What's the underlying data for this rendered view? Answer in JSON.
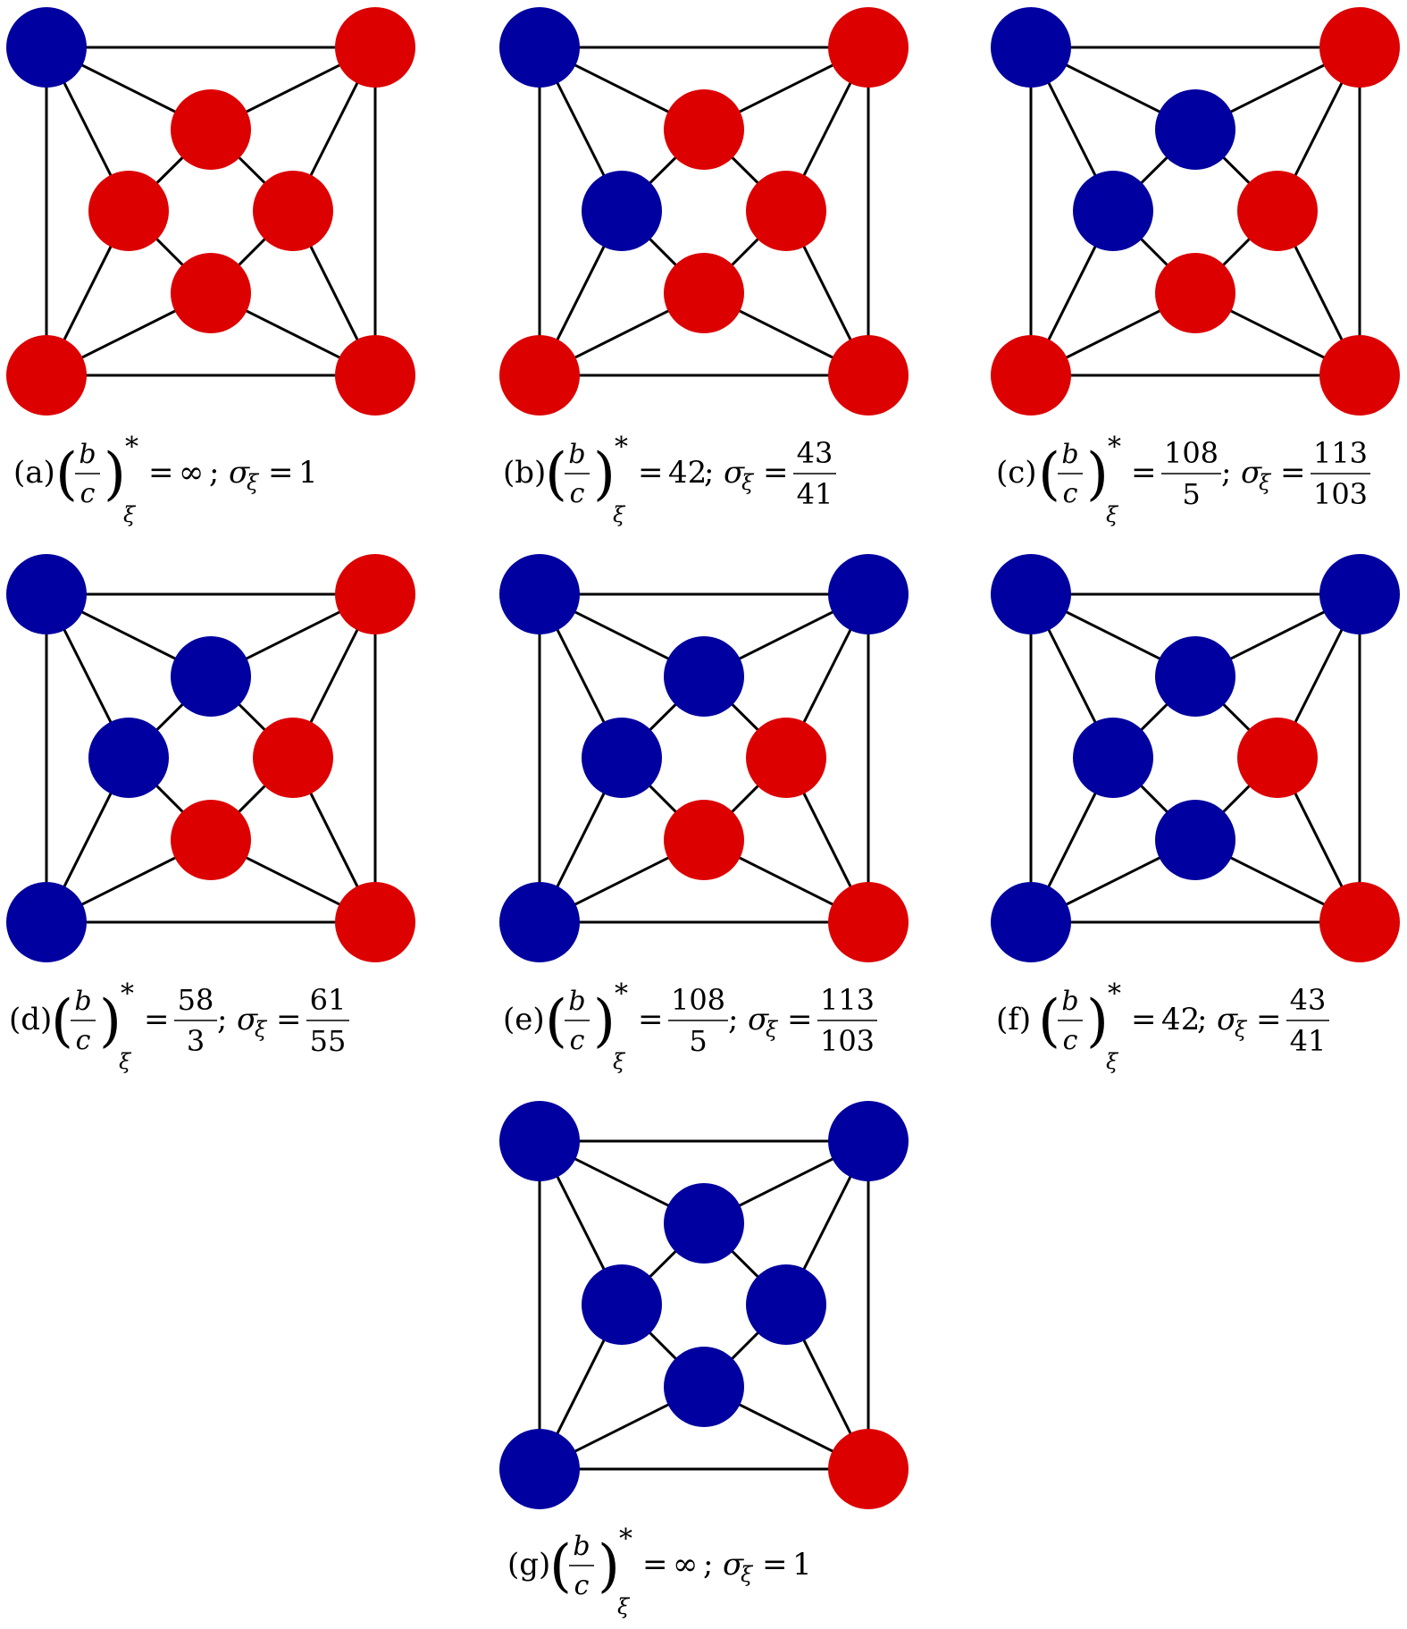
{
  "colors": {
    "blue": "#0000a0",
    "red": "#dd0000",
    "edge": "#000000"
  },
  "graph": {
    "node_names": [
      "top-left",
      "top-right",
      "bottom-left",
      "bottom-right",
      "inner-top",
      "inner-left",
      "inner-right",
      "inner-bottom"
    ]
  },
  "panels": [
    {
      "id": "a",
      "label": "(a)",
      "colors": [
        "blue",
        "red",
        "red",
        "red",
        "red",
        "red",
        "red",
        "red"
      ],
      "ratio": {
        "type": "text",
        "text": "∞"
      },
      "sigma": {
        "type": "text",
        "text": "1"
      }
    },
    {
      "id": "b",
      "label": "(b)",
      "colors": [
        "blue",
        "red",
        "red",
        "red",
        "red",
        "blue",
        "red",
        "red"
      ],
      "ratio": {
        "type": "text",
        "text": "42"
      },
      "sigma": {
        "type": "frac",
        "num": "43",
        "den": "41"
      }
    },
    {
      "id": "c",
      "label": "(c)",
      "colors": [
        "blue",
        "red",
        "red",
        "red",
        "blue",
        "blue",
        "red",
        "red"
      ],
      "ratio": {
        "type": "frac",
        "num": "108",
        "den": "5"
      },
      "sigma": {
        "type": "frac",
        "num": "113",
        "den": "103"
      }
    },
    {
      "id": "d",
      "label": "(d)",
      "colors": [
        "blue",
        "red",
        "blue",
        "red",
        "blue",
        "blue",
        "red",
        "red"
      ],
      "ratio": {
        "type": "frac",
        "num": "58",
        "den": "3"
      },
      "sigma": {
        "type": "frac",
        "num": "61",
        "den": "55"
      }
    },
    {
      "id": "e",
      "label": "(e)",
      "colors": [
        "blue",
        "blue",
        "blue",
        "red",
        "blue",
        "blue",
        "red",
        "red"
      ],
      "ratio": {
        "type": "frac",
        "num": "108",
        "den": "5"
      },
      "sigma": {
        "type": "frac",
        "num": "113",
        "den": "103"
      }
    },
    {
      "id": "f",
      "label": "(f)",
      "colors": [
        "blue",
        "blue",
        "blue",
        "red",
        "blue",
        "blue",
        "red",
        "blue"
      ],
      "ratio": {
        "type": "text",
        "text": "42"
      },
      "sigma": {
        "type": "frac",
        "num": "43",
        "den": "41"
      }
    },
    {
      "id": "g",
      "label": "(g)",
      "colors": [
        "blue",
        "blue",
        "blue",
        "red",
        "blue",
        "blue",
        "blue",
        "blue"
      ],
      "ratio": {
        "type": "text",
        "text": "∞"
      },
      "sigma": {
        "type": "text",
        "text": "1"
      }
    }
  ],
  "formula": {
    "b": "b",
    "c": "c",
    "star": "*",
    "xi": "ξ",
    "eq": "=",
    "sep": ";",
    "sigma": "σ"
  }
}
